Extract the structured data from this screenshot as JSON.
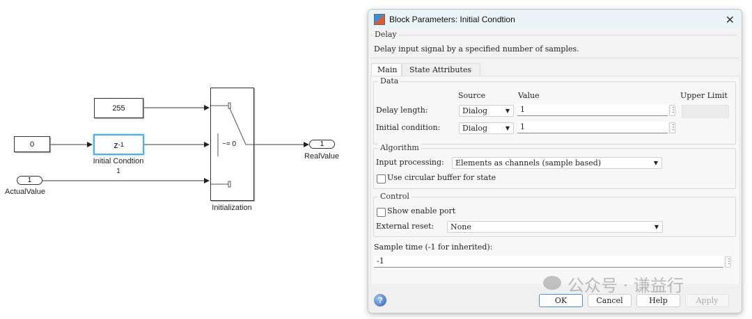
{
  "diagram": {
    "const_255": "255",
    "const_0": "0",
    "delay_block": {
      "text": "z",
      "exponent": "-1",
      "name": "Initial Condtion",
      "sublabel": "1"
    },
    "inport": {
      "number": "1",
      "name": "ActualValue"
    },
    "switch_block": {
      "criteria": "~= 0",
      "name": "Initialization"
    },
    "outport": {
      "number": "1",
      "name": "RealValue"
    },
    "colors": {
      "selection": "#4ab0f0",
      "wire": "#222222"
    }
  },
  "dialog": {
    "title": "Block Parameters: Initial Condtion",
    "block_type": "Delay",
    "description": "Delay input signal by a specified number of samples.",
    "tabs": [
      "Main",
      "State Attributes"
    ],
    "active_tab": "Main",
    "data_group": {
      "title": "Data",
      "headers": {
        "source": "Source",
        "value": "Value",
        "upper_limit": "Upper Limit"
      },
      "rows": [
        {
          "label": "Delay length:",
          "source": "Dialog",
          "value": "1"
        },
        {
          "label": "Initial condition:",
          "source": "Dialog",
          "value": "1"
        }
      ]
    },
    "algorithm_group": {
      "title": "Algorithm",
      "input_processing_label": "Input processing:",
      "input_processing_value": "Elements as channels (sample based)",
      "circular_buffer_label": "Use circular buffer for state",
      "circular_buffer_checked": false
    },
    "control_group": {
      "title": "Control",
      "enable_port_label": "Show enable port",
      "enable_port_checked": false,
      "external_reset_label": "External reset:",
      "external_reset_value": "None"
    },
    "sample_time": {
      "label": "Sample time (-1 for inherited):",
      "value": "-1"
    },
    "buttons": {
      "ok": "OK",
      "cancel": "Cancel",
      "help": "Help",
      "apply": "Apply"
    },
    "watermark": "公众号 · 谦益行"
  }
}
